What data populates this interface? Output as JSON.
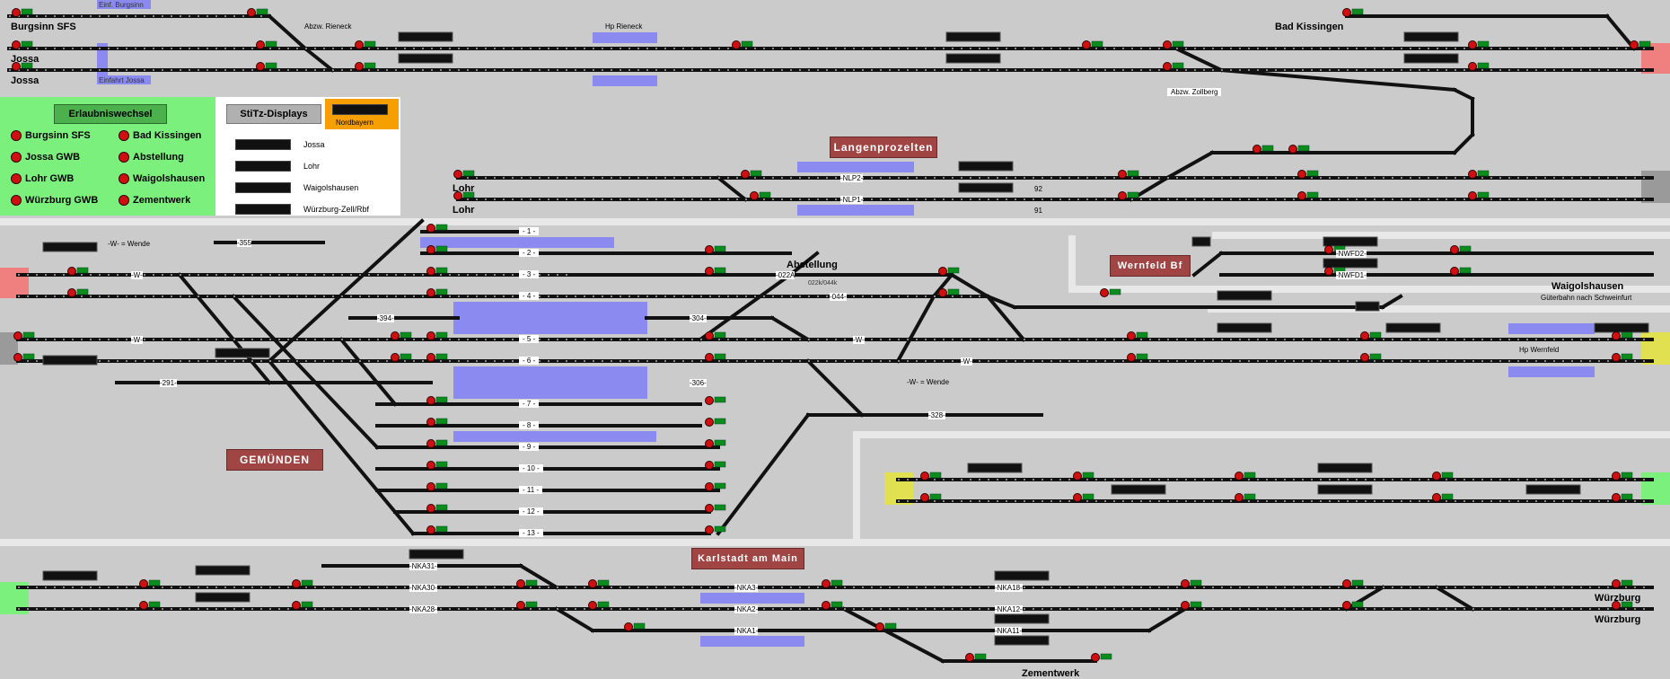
{
  "colors": {
    "background": "#cbcbcb",
    "track": "#111111",
    "signal_red": "#d01010",
    "signal_green": "#0c8c1c",
    "platform": "#8a8af0",
    "station_banner": "#a04444",
    "legend_green": "#7cf07c",
    "edge_red": "#f08080",
    "edge_green": "#7cf07c",
    "edge_yellow": "#e0e050",
    "edge_gray": "#9a9a9a",
    "display_orange": "#f5a000"
  },
  "legend": {
    "permission_title": "Erlaubniswechsel",
    "permission_items": [
      {
        "label": "Burgsinn SFS"
      },
      {
        "label": "Jossa GWB"
      },
      {
        "label": "Lohr GWB"
      },
      {
        "label": "Würzburg GWB"
      },
      {
        "label": "Bad Kissingen"
      },
      {
        "label": "Abstellung"
      },
      {
        "label": "Waigolshausen"
      },
      {
        "label": "Zementwerk"
      }
    ],
    "displays_title": "StiTz-Displays",
    "displays_items": [
      {
        "label": "Jossa"
      },
      {
        "label": "Lohr"
      },
      {
        "label": "Waigolshausen"
      },
      {
        "label": "Würzburg-Zell/Rbf"
      }
    ],
    "orange_label": "Nordbayern"
  },
  "stations": {
    "langenprozelten": "Langenprozelten",
    "gemuenden": "GEMÜNDEN",
    "wernfeld": "Wernfeld Bf",
    "karlstadt": "Karlstadt am Main"
  },
  "labels": {
    "burgsinn_sfs": "Burgsinn SFS",
    "jossa_1": "Jossa",
    "jossa_2": "Jossa",
    "einf_burgsinn": "Einf. Burgsinn",
    "einfahrt_jossa": "Einfahrt Jossa",
    "abzw_rieneck": "Abzw. Rieneck",
    "hp_rieneck": "Hp Rieneck",
    "bad_kissingen": "Bad Kissingen",
    "abzw_zollberg": "Abzw. Zollberg",
    "lohr_1": "Lohr",
    "lohr_2": "Lohr",
    "wende_1": "-W- = Wende",
    "wende_2": "-W- = Wende",
    "abstellung": "Abstellung",
    "waigolshausen": "Waigolshausen",
    "gueterbahn": "Güterbahn nach Schweinfurt",
    "hp_wernfeld": "Hp Wernfeld",
    "wuerzburg_1": "Würzburg",
    "wuerzburg_2": "Würzburg",
    "zementwerk": "Zementwerk",
    "nlp2": "-NLP2-",
    "nlp1": "-NLP1-",
    "nwfd2": "-NWFD2-",
    "nwfd1": "-NWFD1-",
    "nka31": "-NKA31-",
    "nka30": "-NKA30-",
    "nka28": "-NKA28-",
    "nka3": "-NKA3-",
    "nka2": "-NKA2-",
    "nka1": "-NKA1-",
    "nka18": "-NKA18-",
    "nka12": "-NKA12-",
    "nka11": "-NKA11-",
    "t355": "-355",
    "t394": "-394-",
    "t291": "-291-",
    "t304": "-304-",
    "t306": "-306-",
    "t328": "-328-",
    "t022a": "-022A",
    "t044": "-044-",
    "note_022": "022k/044k",
    "n92": "92",
    "n91": "91",
    "w1": "-W-",
    "w2": "-W-",
    "w3": "-W-",
    "w4": "-W-"
  },
  "gleise": [
    "1",
    "2",
    "3",
    "4",
    "5",
    "6",
    "7",
    "8",
    "9",
    "10",
    "11",
    "12",
    "13"
  ]
}
